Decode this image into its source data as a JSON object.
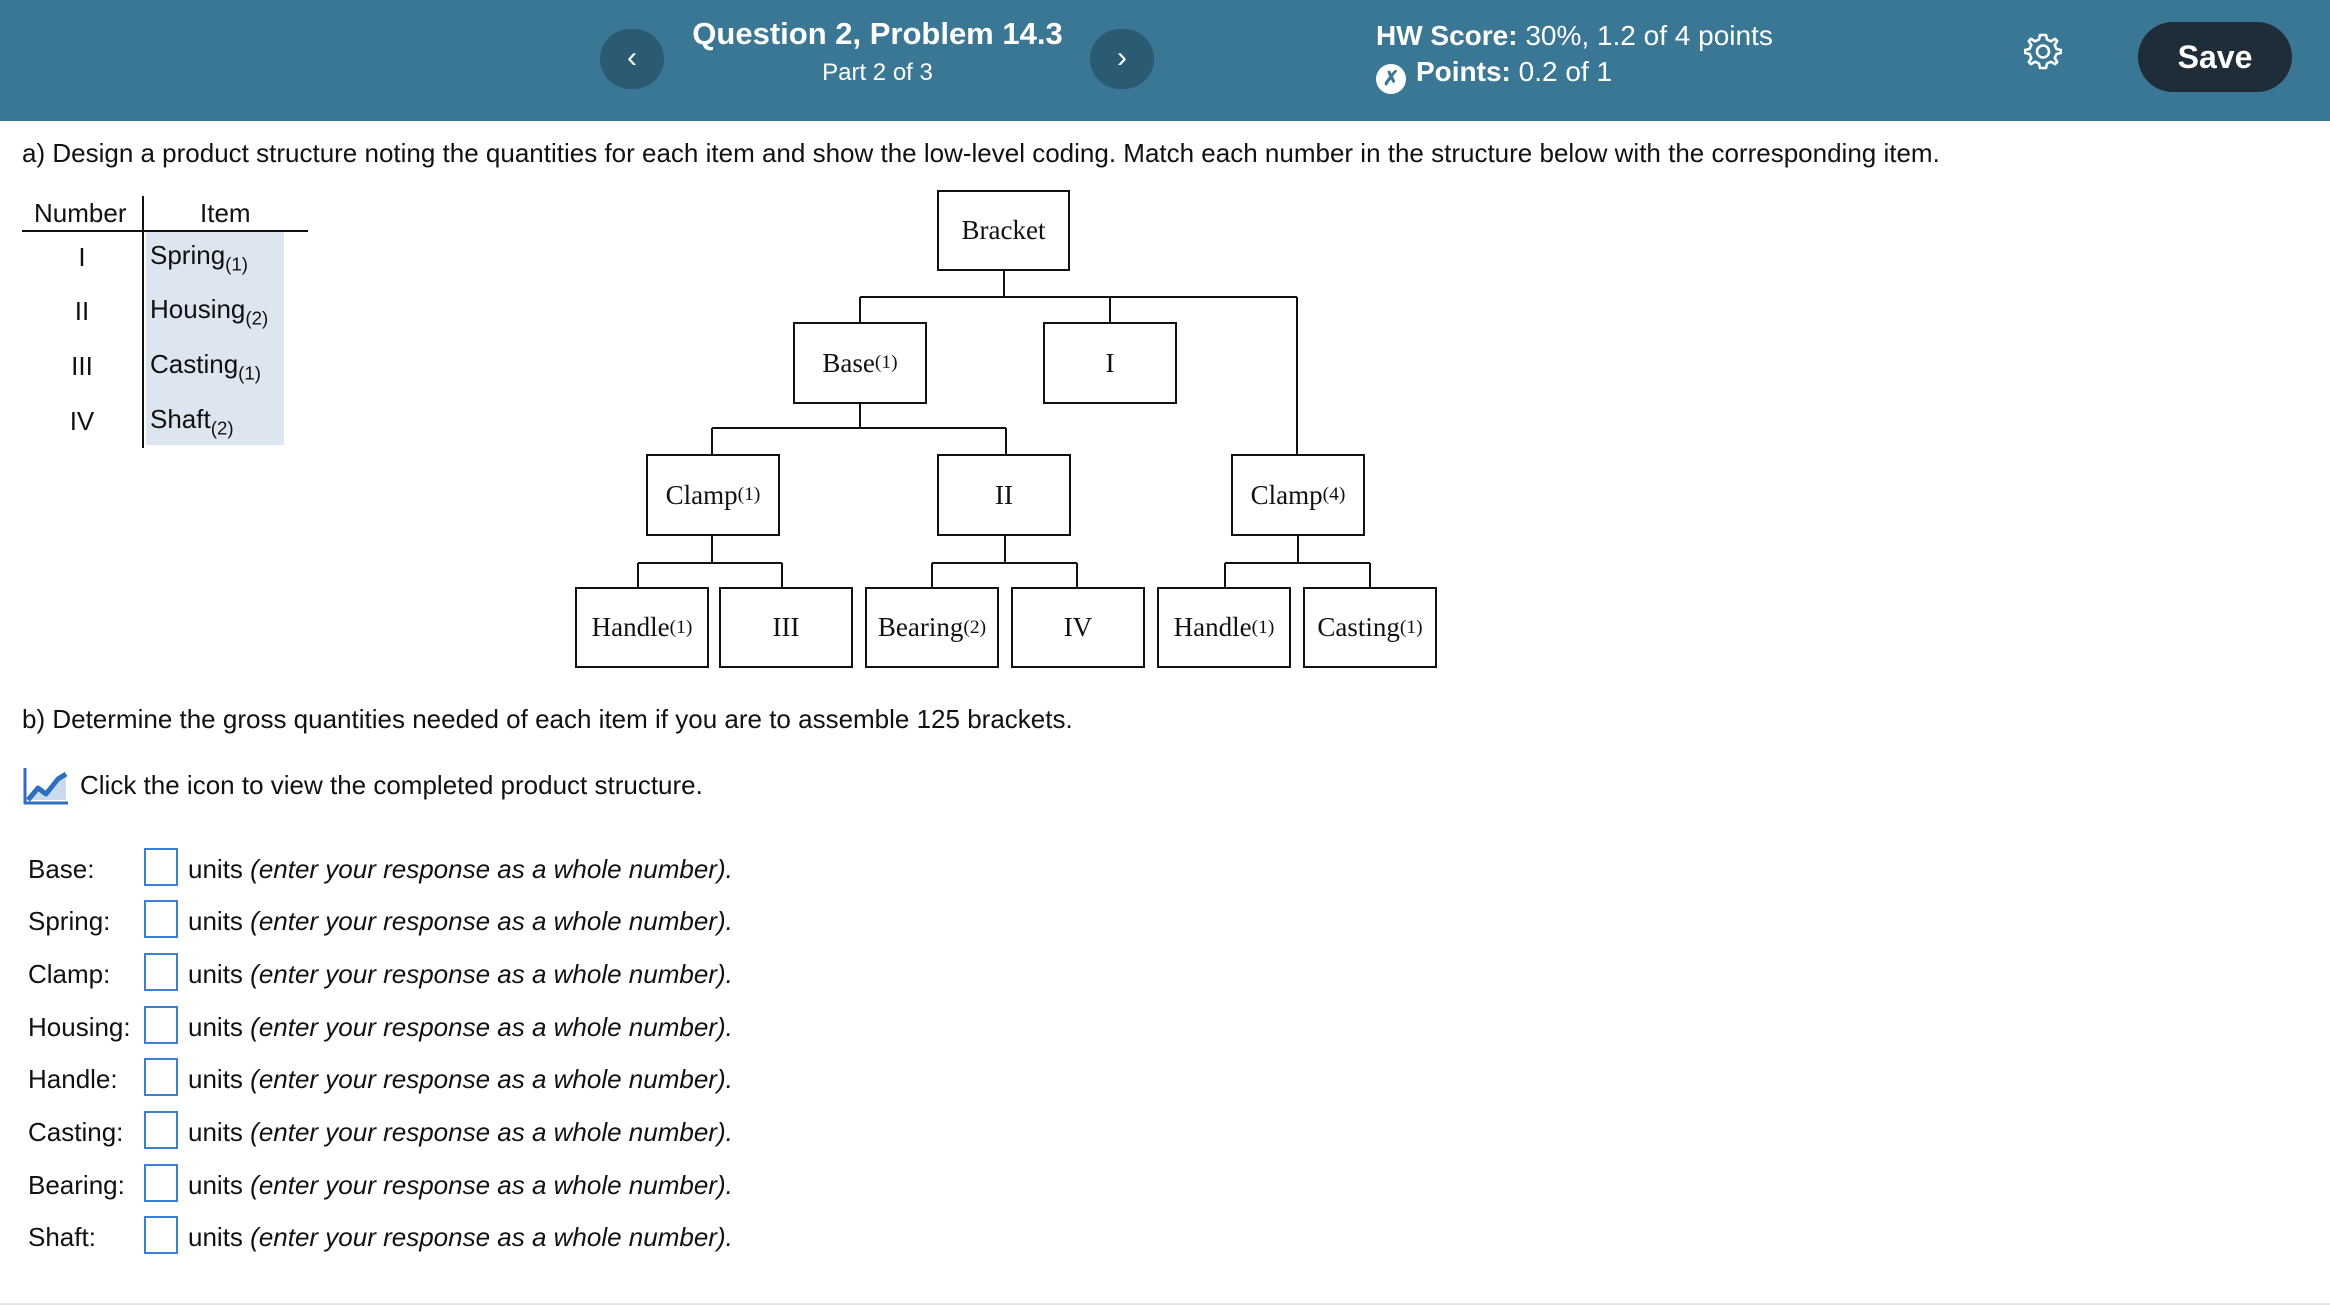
{
  "header": {
    "prev_symbol": "‹",
    "next_symbol": "›",
    "title": "Question 2, Problem 14.3",
    "part": "Part 2 of 3",
    "hw_score_label": "HW Score:",
    "hw_score_value": "30%, 1.2 of 4 points",
    "points_label": "Points:",
    "points_value": "0.2 of 1",
    "settings_icon": "gear-icon",
    "save_label": "Save",
    "bg_color": "#3a7795"
  },
  "part_a": {
    "prompt": "a) Design a product structure noting the quantities for each item and show the low-level coding. Match each number in the structure below with the corresponding item.",
    "table": {
      "col_number": "Number",
      "col_item": "Item",
      "rows": [
        {
          "number": "I",
          "item": "Spring",
          "qty": "(1)"
        },
        {
          "number": "II",
          "item": "Housing",
          "qty": "(2)"
        },
        {
          "number": "III",
          "item": "Casting",
          "qty": "(1)"
        },
        {
          "number": "IV",
          "item": "Shaft",
          "qty": "(2)"
        }
      ]
    },
    "tree": {
      "bracket": {
        "label": "Bracket",
        "qty": ""
      },
      "base": {
        "label": "Base",
        "qty": "(1)"
      },
      "level1_I": {
        "label": "I",
        "qty": ""
      },
      "clamp1": {
        "label": "Clamp",
        "qty": "(1)"
      },
      "level2_II": {
        "label": "II",
        "qty": ""
      },
      "clamp4": {
        "label": "Clamp",
        "qty": "(4)"
      },
      "handle_a": {
        "label": "Handle",
        "qty": "(1)"
      },
      "level3_III": {
        "label": "III",
        "qty": ""
      },
      "bearing": {
        "label": "Bearing",
        "qty": "(2)"
      },
      "level3_IV": {
        "label": "IV",
        "qty": ""
      },
      "handle_b": {
        "label": "Handle",
        "qty": "(1)"
      },
      "casting": {
        "label": "Casting",
        "qty": "(1)"
      }
    }
  },
  "part_b": {
    "prompt": "b) Determine the gross quantities needed of each item if you are to assemble 125 brackets.",
    "structure_link": "Click the icon to view the completed product structure.",
    "answer_prefix": "units",
    "answer_hint": "(enter your response as a whole number).",
    "answers": [
      {
        "label": "Base:",
        "value": ""
      },
      {
        "label": "Spring:",
        "value": ""
      },
      {
        "label": "Clamp:",
        "value": ""
      },
      {
        "label": "Housing:",
        "value": ""
      },
      {
        "label": "Handle:",
        "value": ""
      },
      {
        "label": "Casting:",
        "value": ""
      },
      {
        "label": "Bearing:",
        "value": ""
      },
      {
        "label": "Shaft:",
        "value": ""
      }
    ]
  }
}
